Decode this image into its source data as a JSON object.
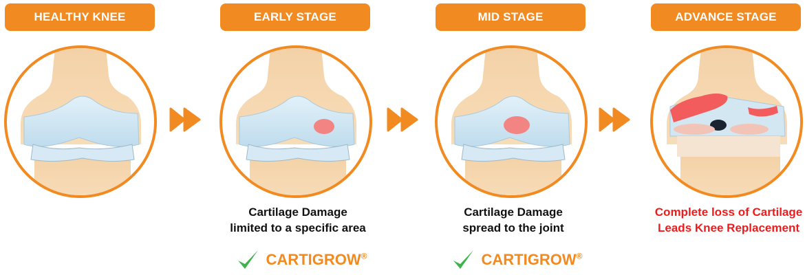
{
  "stages": [
    {
      "label": "HEALTHY KNEE",
      "desc1": "",
      "desc2": "",
      "damage": "none"
    },
    {
      "label": "EARLY STAGE",
      "desc1": "Cartilage Damage",
      "desc2": "limited to a specific area",
      "damage": "small"
    },
    {
      "label": "MID STAGE",
      "desc1": "Cartilage Damage",
      "desc2": "spread to the joint",
      "damage": "medium"
    },
    {
      "label": "ADVANCE STAGE",
      "desc1": "Complete loss of Cartilage",
      "desc2": "Leads Knee Replacement",
      "damage": "severe"
    }
  ],
  "brand": {
    "name": "CARTIGROW",
    "mark": "®"
  },
  "colors": {
    "accent": "#f28a22",
    "check": "#3cb44a",
    "warning": "#ee1c1c",
    "cartilage": "#cfe6f3",
    "bone": "#f2cfa5",
    "damage": "#f26b6b"
  }
}
